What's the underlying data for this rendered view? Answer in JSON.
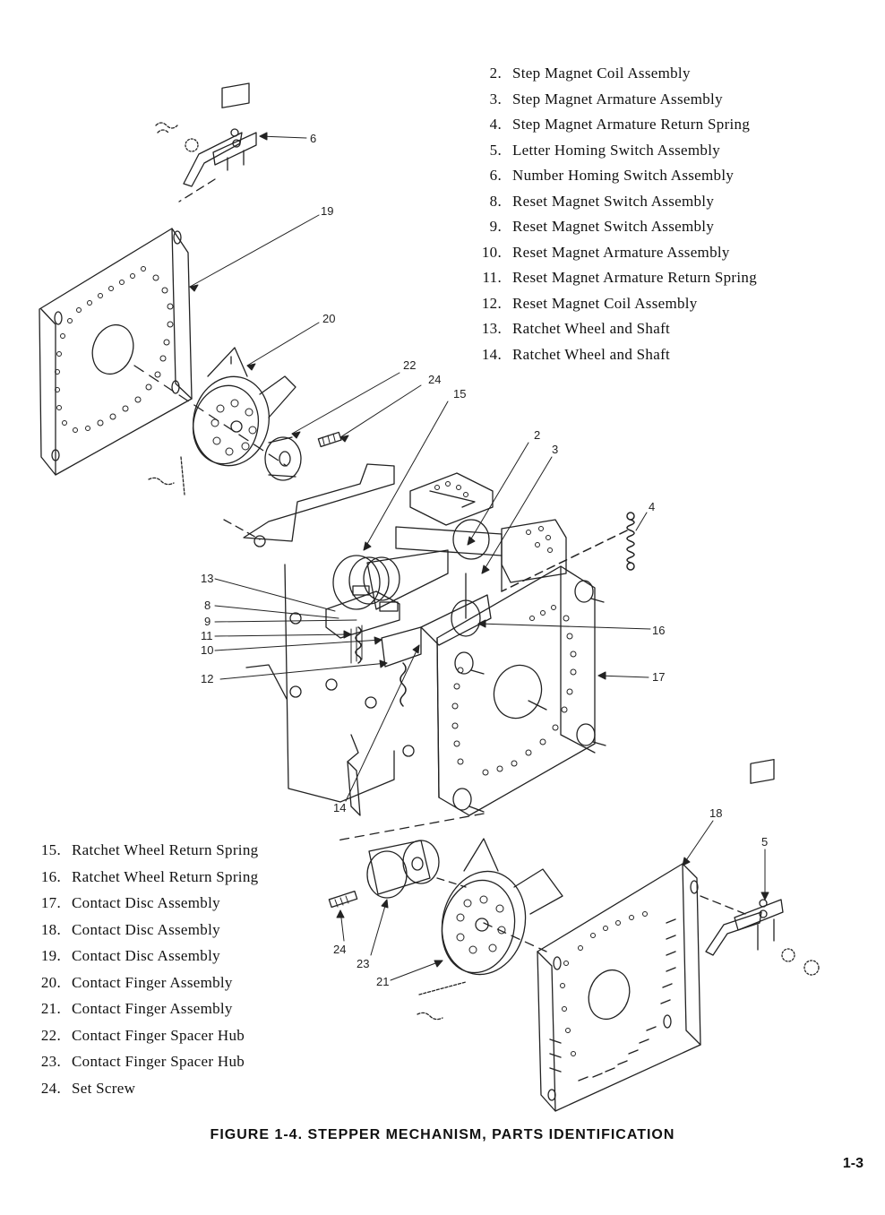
{
  "parts_top": [
    {
      "num": "2.",
      "name": "Step Magnet Coil Assembly"
    },
    {
      "num": "3.",
      "name": "Step Magnet Armature Assembly"
    },
    {
      "num": "4.",
      "name": "Step Magnet Armature Return Spring"
    },
    {
      "num": "5.",
      "name": "Letter Homing Switch Assembly"
    },
    {
      "num": "6.",
      "name": "Number Homing Switch Assembly"
    },
    {
      "num": "8.",
      "name": "Reset Magnet Switch Assembly"
    },
    {
      "num": "9.",
      "name": "Reset Magnet Switch Assembly"
    },
    {
      "num": "10.",
      "name": "Reset Magnet Armature Assembly"
    },
    {
      "num": "11.",
      "name": "Reset Magnet Armature Return Spring"
    },
    {
      "num": "12.",
      "name": "Reset Magnet Coil Assembly"
    },
    {
      "num": "13.",
      "name": "Ratchet Wheel and Shaft"
    },
    {
      "num": "14.",
      "name": "Ratchet Wheel and Shaft"
    }
  ],
  "parts_bottom": [
    {
      "num": "15.",
      "name": "Ratchet Wheel Return Spring"
    },
    {
      "num": "16.",
      "name": "Ratchet Wheel Return Spring"
    },
    {
      "num": "17.",
      "name": "Contact Disc Assembly"
    },
    {
      "num": "18.",
      "name": "Contact Disc Assembly"
    },
    {
      "num": "19.",
      "name": "Contact Disc Assembly"
    },
    {
      "num": "20.",
      "name": "Contact Finger Assembly"
    },
    {
      "num": "21.",
      "name": "Contact Finger Assembly"
    },
    {
      "num": "22.",
      "name": "Contact Finger Spacer Hub"
    },
    {
      "num": "23.",
      "name": "Contact Finger Spacer Hub"
    },
    {
      "num": "24.",
      "name": "Set Screw"
    }
  ],
  "callouts": {
    "c2": "2",
    "c3": "3",
    "c4": "4",
    "c5": "5",
    "c6": "6",
    "c8": "8",
    "c9": "9",
    "c10": "10",
    "c11": "11",
    "c12": "12",
    "c13": "13",
    "c14": "14",
    "c15": "15",
    "c16": "16",
    "c17": "17",
    "c18": "18",
    "c19": "19",
    "c20": "20",
    "c21": "21",
    "c22": "22",
    "c23": "23",
    "c24a": "24",
    "c24b": "24"
  },
  "caption": "FIGURE 1-4. STEPPER MECHANISM, PARTS IDENTIFICATION",
  "page_number": "1-3"
}
